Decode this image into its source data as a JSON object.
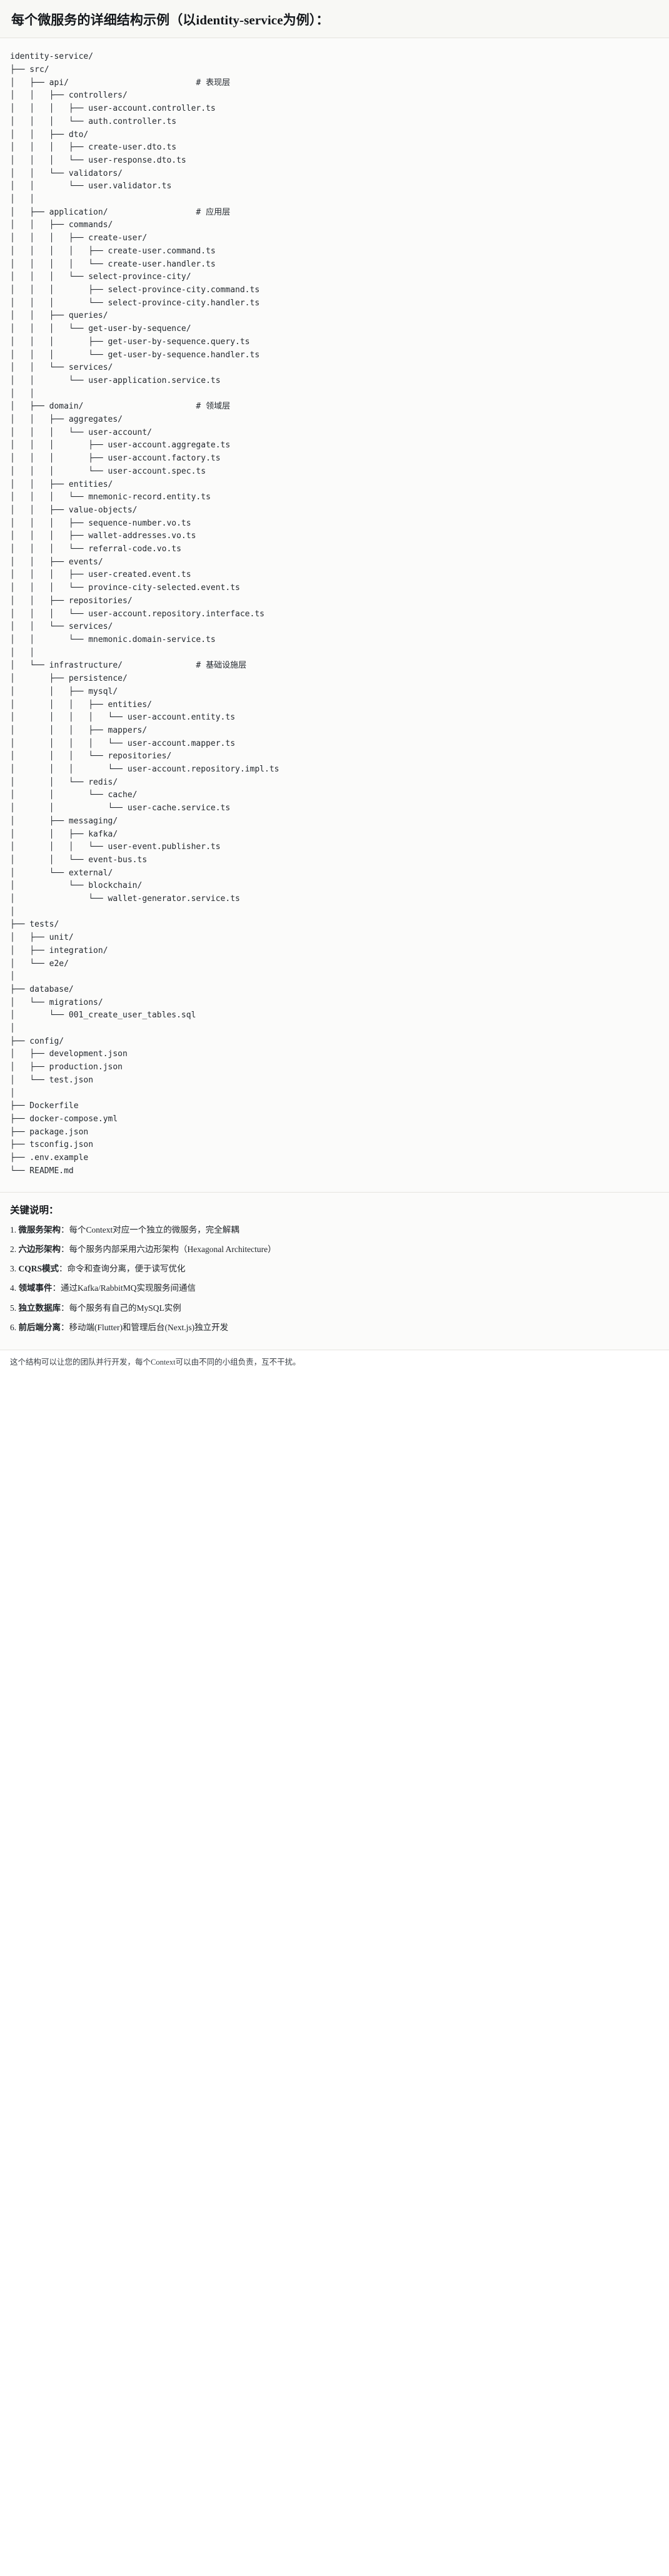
{
  "header": {
    "title": "每个微服务的详细结构示例（以identity-service为例）："
  },
  "tree": {
    "root": "identity-service/",
    "comments": {
      "api": "# 表现层",
      "application": "# 应用层",
      "domain": "# 领域层",
      "infrastructure": "# 基础设施层"
    },
    "text": "identity-service/\n├── src/\n│   ├── api/                          # 表现层\n│   │   ├── controllers/\n│   │   │   ├── user-account.controller.ts\n│   │   │   └── auth.controller.ts\n│   │   ├── dto/\n│   │   │   ├── create-user.dto.ts\n│   │   │   └── user-response.dto.ts\n│   │   └── validators/\n│   │       └── user.validator.ts\n│   │\n│   ├── application/                  # 应用层\n│   │   ├── commands/\n│   │   │   ├── create-user/\n│   │   │   │   ├── create-user.command.ts\n│   │   │   │   └── create-user.handler.ts\n│   │   │   └── select-province-city/\n│   │   │       ├── select-province-city.command.ts\n│   │   │       └── select-province-city.handler.ts\n│   │   ├── queries/\n│   │   │   └── get-user-by-sequence/\n│   │   │       ├── get-user-by-sequence.query.ts\n│   │   │       └── get-user-by-sequence.handler.ts\n│   │   └── services/\n│   │       └── user-application.service.ts\n│   │\n│   ├── domain/                       # 领域层\n│   │   ├── aggregates/\n│   │   │   └── user-account/\n│   │   │       ├── user-account.aggregate.ts\n│   │   │       ├── user-account.factory.ts\n│   │   │       └── user-account.spec.ts\n│   │   ├── entities/\n│   │   │   └── mnemonic-record.entity.ts\n│   │   ├── value-objects/\n│   │   │   ├── sequence-number.vo.ts\n│   │   │   ├── wallet-addresses.vo.ts\n│   │   │   └── referral-code.vo.ts\n│   │   ├── events/\n│   │   │   ├── user-created.event.ts\n│   │   │   └── province-city-selected.event.ts\n│   │   ├── repositories/\n│   │   │   └── user-account.repository.interface.ts\n│   │   └── services/\n│   │       └── mnemonic.domain-service.ts\n│   │\n│   └── infrastructure/               # 基础设施层\n│       ├── persistence/\n│       │   ├── mysql/\n│       │   │   ├── entities/\n│       │   │   │   └── user-account.entity.ts\n│       │   │   ├── mappers/\n│       │   │   │   └── user-account.mapper.ts\n│       │   │   └── repositories/\n│       │   │       └── user-account.repository.impl.ts\n│       │   └── redis/\n│       │       └── cache/\n│       │           └── user-cache.service.ts\n│       ├── messaging/\n│       │   ├── kafka/\n│       │   │   └── user-event.publisher.ts\n│       │   └── event-bus.ts\n│       └── external/\n│           └── blockchain/\n│               └── wallet-generator.service.ts\n│\n├── tests/\n│   ├── unit/\n│   ├── integration/\n│   └── e2e/\n│\n├── database/\n│   └── migrations/\n│       └── 001_create_user_tables.sql\n│\n├── config/\n│   ├── development.json\n│   ├── production.json\n│   └── test.json\n│\n├── Dockerfile\n├── docker-compose.yml\n├── package.json\n├── tsconfig.json\n├── .env.example\n└── README.md"
  },
  "notes": {
    "title": "关键说明：",
    "items": [
      {
        "label": "微服务架构",
        "text": "：每个Context对应一个独立的微服务，完全解耦"
      },
      {
        "label": "六边形架构",
        "text": "：每个服务内部采用六边形架构（Hexagonal Architecture）"
      },
      {
        "label": "CQRS模式",
        "text": "：命令和查询分离，便于读写优化"
      },
      {
        "label": "领域事件",
        "text": "：通过Kafka/RabbitMQ实现服务间通信"
      },
      {
        "label": "独立数据库",
        "text": "：每个服务有自己的MySQL实例"
      },
      {
        "label": "前后端分离",
        "text": "：移动端(Flutter)和管理后台(Next.js)独立开发"
      }
    ]
  },
  "closing": {
    "text": "这个结构可以让您的团队并行开发，每个Context可以由不同的小组负责，互不干扰。"
  }
}
